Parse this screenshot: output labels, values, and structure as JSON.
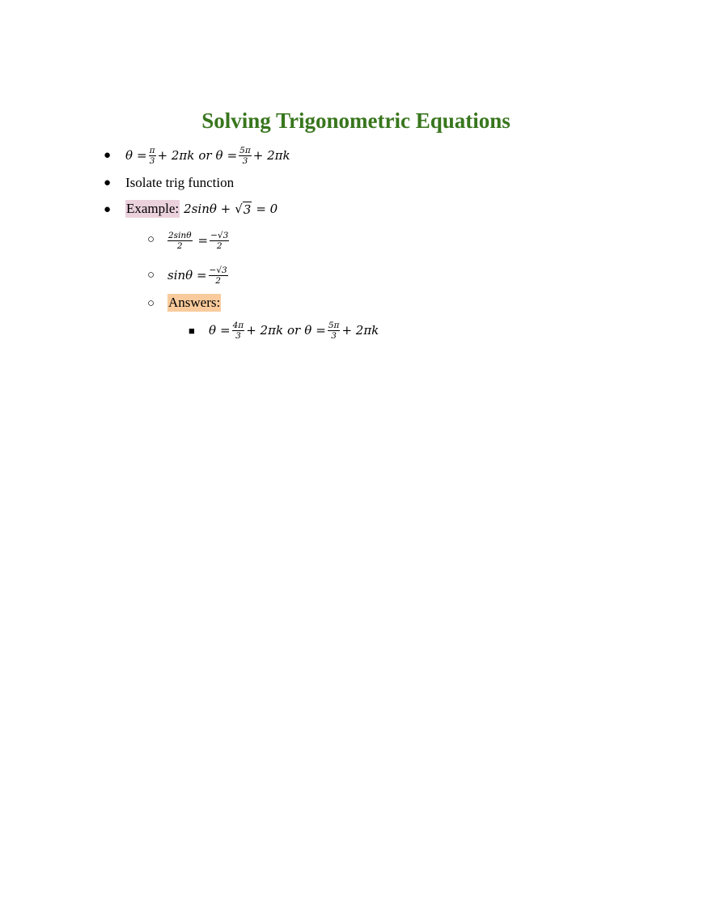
{
  "title": "Solving Trigonometric Equations",
  "bullets": {
    "level1": "●",
    "level2": "○",
    "level3": "■"
  },
  "item1": {
    "theta": "θ",
    "eq": "=",
    "frac1_num": "π",
    "frac1_den": "3",
    "plus_term": "+ 2πk",
    "or": "or",
    "frac2_num": "5π",
    "frac2_den": "3",
    "plus_term2": "+ 2πk"
  },
  "item2": {
    "text": "Isolate trig function"
  },
  "item3": {
    "label": "Example:",
    "expr_a": "2sinθ +",
    "sqrt_rad": "3",
    "expr_b": "= 0"
  },
  "sub1": {
    "frac_a_num": "2sinθ",
    "frac_a_den": "2",
    "eq": "=",
    "frac_b_num": "−√3",
    "frac_b_den": "2"
  },
  "sub2": {
    "lhs": "sinθ =",
    "frac_num": "−√3",
    "frac_den": "2"
  },
  "sub3": {
    "label": "Answers:"
  },
  "answer": {
    "theta": "θ",
    "eq": "=",
    "frac1_num": "4π",
    "frac1_den": "3",
    "plus_term": "+ 2πk",
    "or": "or",
    "frac2_num": "5π",
    "frac2_den": "3",
    "plus_term2": "+ 2πk"
  }
}
